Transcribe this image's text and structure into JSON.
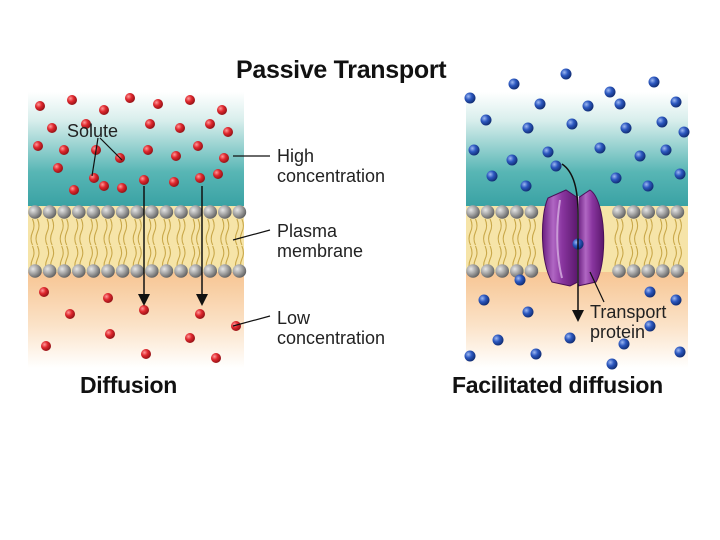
{
  "title": "Passive Transport",
  "labels": {
    "solute": "Solute",
    "high_concentration": [
      "High",
      "concentration"
    ],
    "plasma_membrane": [
      "Plasma",
      "membrane"
    ],
    "low_concentration": [
      "Low",
      "concentration"
    ],
    "transport_protein": [
      "Transport",
      "protein"
    ]
  },
  "panels": {
    "left_caption": "Diffusion",
    "right_caption": "Facilitated diffusion"
  },
  "colors": {
    "solute_red": "#d9262c",
    "solute_blue": "#2a55b8",
    "high_concentration_teal": "#3ea6a8",
    "low_concentration_peach": "#f7c89a",
    "membrane_yellow": "#f6e4a8",
    "phospholipid_head_gray": "#9a9a9a",
    "transport_protein_purple": "#8c3aa0"
  }
}
